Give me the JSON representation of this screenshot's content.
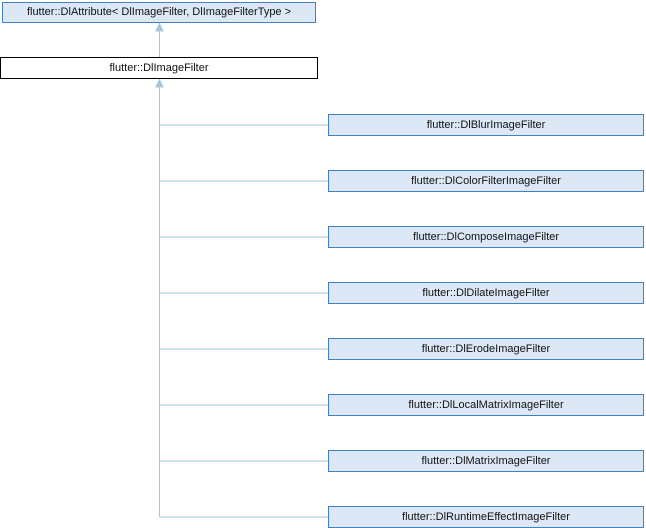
{
  "diagram": {
    "type": "class-inheritance-graph",
    "nodes": [
      {
        "label": "flutter::DlAttribute< DlImageFilter, DlImageFilterType >",
        "role": "parent"
      },
      {
        "label": "flutter::DlImageFilter",
        "role": "current"
      },
      {
        "label": "flutter::DlBlurImageFilter",
        "role": "child"
      },
      {
        "label": "flutter::DlColorFilterImageFilter",
        "role": "child"
      },
      {
        "label": "flutter::DlComposeImageFilter",
        "role": "child"
      },
      {
        "label": "flutter::DlDilateImageFilter",
        "role": "child"
      },
      {
        "label": "flutter::DlErodeImageFilter",
        "role": "child"
      },
      {
        "label": "flutter::DlLocalMatrixImageFilter",
        "role": "child"
      },
      {
        "label": "flutter::DlMatrixImageFilter",
        "role": "child"
      },
      {
        "label": "flutter::DlRuntimeEffectImageFilter",
        "role": "child"
      }
    ],
    "edges": [
      {
        "from": "flutter::DlImageFilter",
        "to": "flutter::DlAttribute< DlImageFilter, DlImageFilterType >",
        "type": "inherits"
      },
      {
        "from": "flutter::DlBlurImageFilter",
        "to": "flutter::DlImageFilter",
        "type": "inherits"
      },
      {
        "from": "flutter::DlColorFilterImageFilter",
        "to": "flutter::DlImageFilter",
        "type": "inherits"
      },
      {
        "from": "flutter::DlComposeImageFilter",
        "to": "flutter::DlImageFilter",
        "type": "inherits"
      },
      {
        "from": "flutter::DlDilateImageFilter",
        "to": "flutter::DlImageFilter",
        "type": "inherits"
      },
      {
        "from": "flutter::DlErodeImageFilter",
        "to": "flutter::DlImageFilter",
        "type": "inherits"
      },
      {
        "from": "flutter::DlLocalMatrixImageFilter",
        "to": "flutter::DlImageFilter",
        "type": "inherits"
      },
      {
        "from": "flutter::DlMatrixImageFilter",
        "to": "flutter::DlImageFilter",
        "type": "inherits"
      },
      {
        "from": "flutter::DlRuntimeEffectImageFilter",
        "to": "flutter::DlImageFilter",
        "type": "inherits"
      }
    ],
    "colors": {
      "node_border": "#4080c4",
      "node_fill": "#dde8f7",
      "current_border": "#000000",
      "current_fill": "#ffffff",
      "edge": "#a0c8e0",
      "text": "#111111",
      "bg": "#ffffff"
    }
  }
}
